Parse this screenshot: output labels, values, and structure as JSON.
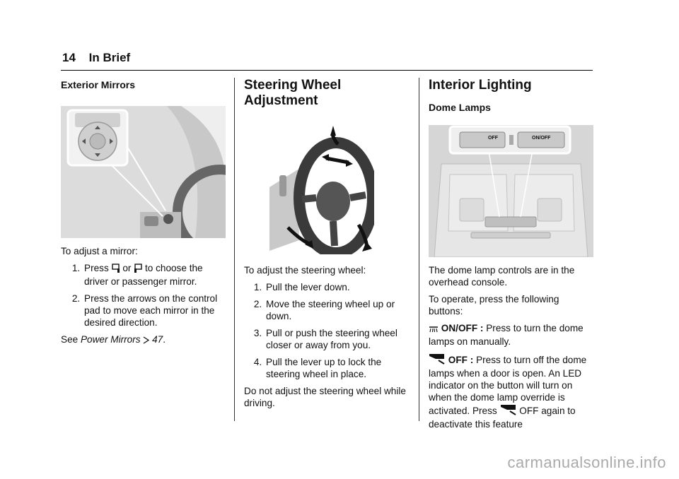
{
  "header": {
    "page_number": "14",
    "section": "In Brief"
  },
  "col1": {
    "heading": "Exterior Mirrors",
    "intro": "To adjust a mirror:",
    "step1_a": "Press",
    "step1_or": "or",
    "step1_b": "to choose the driver or passenger mirror.",
    "step2": "Press the arrows on the control pad to move each mirror in the desired direction.",
    "see_label": "See",
    "see_link": "Power Mirrors",
    "see_page": "47",
    "see_end": "."
  },
  "col2": {
    "heading_line1": "Steering Wheel",
    "heading_line2": "Adjustment",
    "intro": "To adjust the steering wheel:",
    "steps": [
      "Pull the lever down.",
      "Move the steering wheel up or down.",
      "Pull or push the steering wheel closer or away from you.",
      "Pull the lever up to lock the steering wheel in place."
    ],
    "note": "Do not adjust the steering wheel while driving."
  },
  "col3": {
    "heading": "Interior Lighting",
    "subheading": "Dome Lamps",
    "fig_button_off": "OFF",
    "fig_button_onoff": "ON/OFF",
    "intro": "The dome lamp controls are in the overhead console.",
    "operate": "To operate, press the following buttons:",
    "onoff_label": "ON/OFF :",
    "onoff_text": "Press to turn the dome lamps on manually.",
    "off_label": "OFF :",
    "off_text": "Press to turn off the dome lamps when a door is open. An LED indicator on the button will turn on when the dome lamp override is activated. Press",
    "off_text_end": "OFF again to deactivate this feature"
  },
  "watermark": "carmanualsonline.info"
}
